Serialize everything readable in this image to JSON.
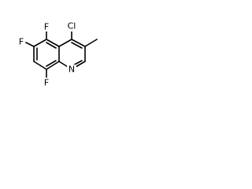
{
  "molecule": {
    "atoms": {
      "chlorine": "Cl",
      "fluorine_1": "F",
      "fluorine_2": "F",
      "fluorine_3": "F",
      "nitrogen": "N"
    }
  },
  "colors": {
    "bond": "#000000",
    "label": "#000000",
    "background": "#ffffff"
  }
}
